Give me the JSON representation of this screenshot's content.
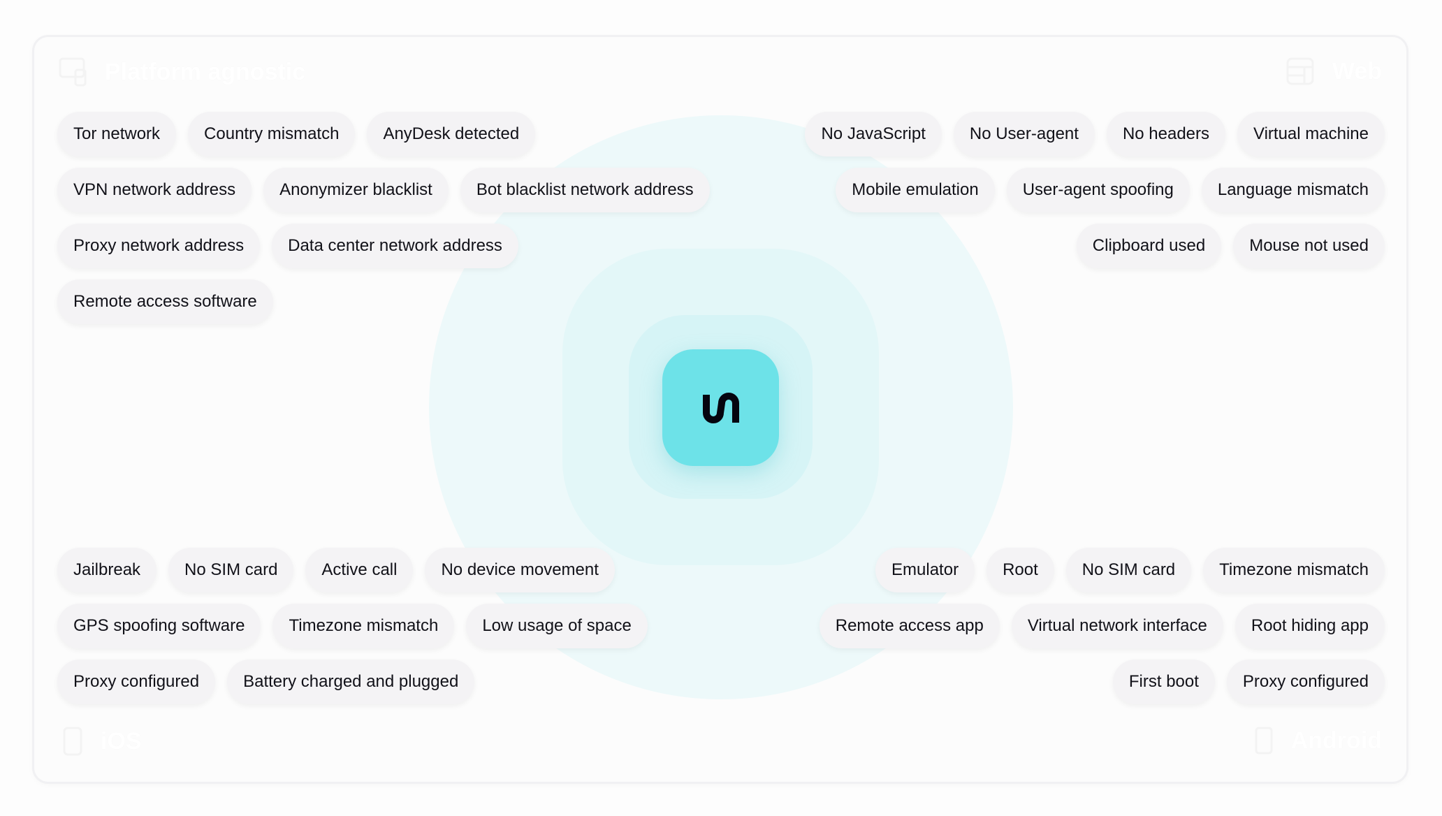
{
  "corners": {
    "top_left": "Platform agnostic",
    "top_right": "Web",
    "bottom_left": "iOS",
    "bottom_right": "Android"
  },
  "brand_color": "#6de2e8",
  "groups": {
    "top_left": [
      [
        "Tor network",
        "Country mismatch",
        "AnyDesk detected"
      ],
      [
        "VPN network address",
        "Anonymizer blacklist",
        "Bot blacklist network address"
      ],
      [
        "Proxy network address",
        "Data center network address"
      ],
      [
        "Remote access software"
      ]
    ],
    "top_right": [
      [
        "No JavaScript",
        "No User-agent",
        "No headers",
        "Virtual machine"
      ],
      [
        "Mobile emulation",
        "User-agent spoofing",
        "Language mismatch"
      ],
      [
        "Clipboard used",
        "Mouse not used"
      ]
    ],
    "bottom_left": [
      [
        "Jailbreak",
        "No SIM card",
        "Active call",
        "No device movement"
      ],
      [
        "GPS spoofing software",
        "Timezone mismatch",
        "Low usage of space"
      ],
      [
        "Proxy configured",
        "Battery charged and plugged"
      ]
    ],
    "bottom_right": [
      [
        "Emulator",
        "Root",
        "No SIM card",
        "Timezone mismatch"
      ],
      [
        "Remote access app",
        "Virtual network interface",
        "Root hiding app"
      ],
      [
        "First boot",
        "Proxy configured"
      ]
    ]
  }
}
